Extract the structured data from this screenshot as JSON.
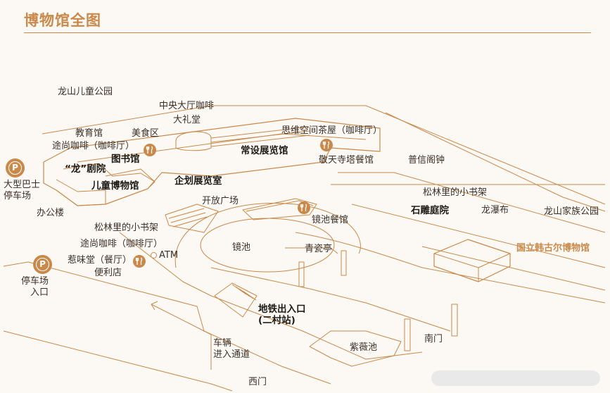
{
  "title": "博物馆全图",
  "colors": {
    "accent": "#c9894a",
    "line": "#c9894a",
    "text": "#3a3028"
  },
  "icons": {
    "parking": "parking-icon",
    "restaurant": "fork-knife-icon",
    "atm": "atm-dot-icon"
  },
  "parking_symbol": "P",
  "labels": {
    "longshan_kids_park": "龙山儿童公园",
    "central_hall_cafe": "中央大厅咖啡",
    "auditorium": "大礼堂",
    "education_hall": "教育馆",
    "food_court": "美食区",
    "tuyang_cafe_1": "途尚咖啡（咖啡厅）",
    "library": "图书馆",
    "dragon_theater": "“龙”剧院",
    "childrens_museum": "儿童博物馆",
    "big_bus_parking": "大型巴士\n停车场",
    "office_building": "办公楼",
    "sewei_teahouse": "思维空间茶屋（咖啡厅）",
    "permanent_exhibit": "常设展览馆",
    "jingtian_restaurant": "敬天寺塔餐馆",
    "special_exhibit": "企划展览室",
    "open_plaza": "开放广场",
    "puxin_bell": "普信阁钟",
    "pine_bookshelf_1": "松林里的小书架",
    "stone_garden": "石雕庭院",
    "dragon_waterfall": "龙瀑布",
    "longshan_family_park": "龙山家族公园",
    "pine_bookshelf_2": "松林里的小书架",
    "mirror_pond_restaurant": "镜池餐馆",
    "tuyang_cafe_2": "途尚咖啡（咖啡厅）",
    "mirror_pond": "镜池",
    "celadon_pavilion": "青瓷亭",
    "national_hangul_museum": "国立韩古尔博物馆",
    "atm": "ATM",
    "huiwei_restaurant": "惹味堂（餐厅）",
    "convenience_store": "便利店",
    "parking_entrance": "停车场\n入口",
    "subway_exit": "地铁出入口\n(二村站)",
    "vehicle_entrance": "车辆\n进入通道",
    "rose_garden": "紫薇池",
    "south_gate": "南门",
    "west_gate": "西门"
  }
}
